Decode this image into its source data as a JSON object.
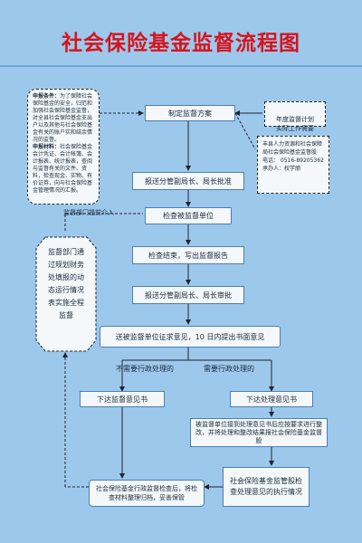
{
  "title": "社会保险基金监督流程图",
  "left_panel": {
    "line1_head": "申报条件：",
    "line1_body": "为了保障社会保险基金的安全，归范和加强社会保险基金监督，对全县社会保险基金支出户以及其他与社会保险基金有关的账户实和结余情况的监督。",
    "line2_head": "申报材料：",
    "line2_body": "社会保险基金会计凭证、会计帐簿、会计报表、统计报表，查阅与监督有关的文件、资料，检查现金、实物、有价证券，向与社会保险基金管理情况的汇报。",
    "footer": "监督部门提前介入"
  },
  "right_notes": {
    "plan_note": "年度监督计划\n实际工作需要",
    "contact_org": "丰县人力资源和社会保障局社会保险基金监督股",
    "contact_phone": "电话：  0516-89205362",
    "contact_person": "承办人：权学丽"
  },
  "side_note": "监督部门通过规划财务处填报的动态运行情况表实施全程监督",
  "steps": {
    "s1": "制定监督方案",
    "s2": "报送分管副局长、局长批准",
    "s3": "检查被监督单位",
    "s4": "检查结束，写出监督报告",
    "s5": "报送分管副局长、局长审批",
    "s6": "送被监督单位征求意见，10 日内提出书面意见"
  },
  "branch": {
    "left_label": "不需要行政处理的",
    "right_label": "需要行政处理的",
    "left_box": "下达监督意见书",
    "right_box": "下达处理意见书",
    "right_detail": "被监督单位接到处理意见书后应按要求进行整改，并将处理和整改结果报社会保险基金监督股",
    "right_exec": "社会保险基金监管股检查处理意见的执行情况",
    "final": "社会保险基金行政监督检查后，将检查材料整理归档，妥善保管"
  }
}
